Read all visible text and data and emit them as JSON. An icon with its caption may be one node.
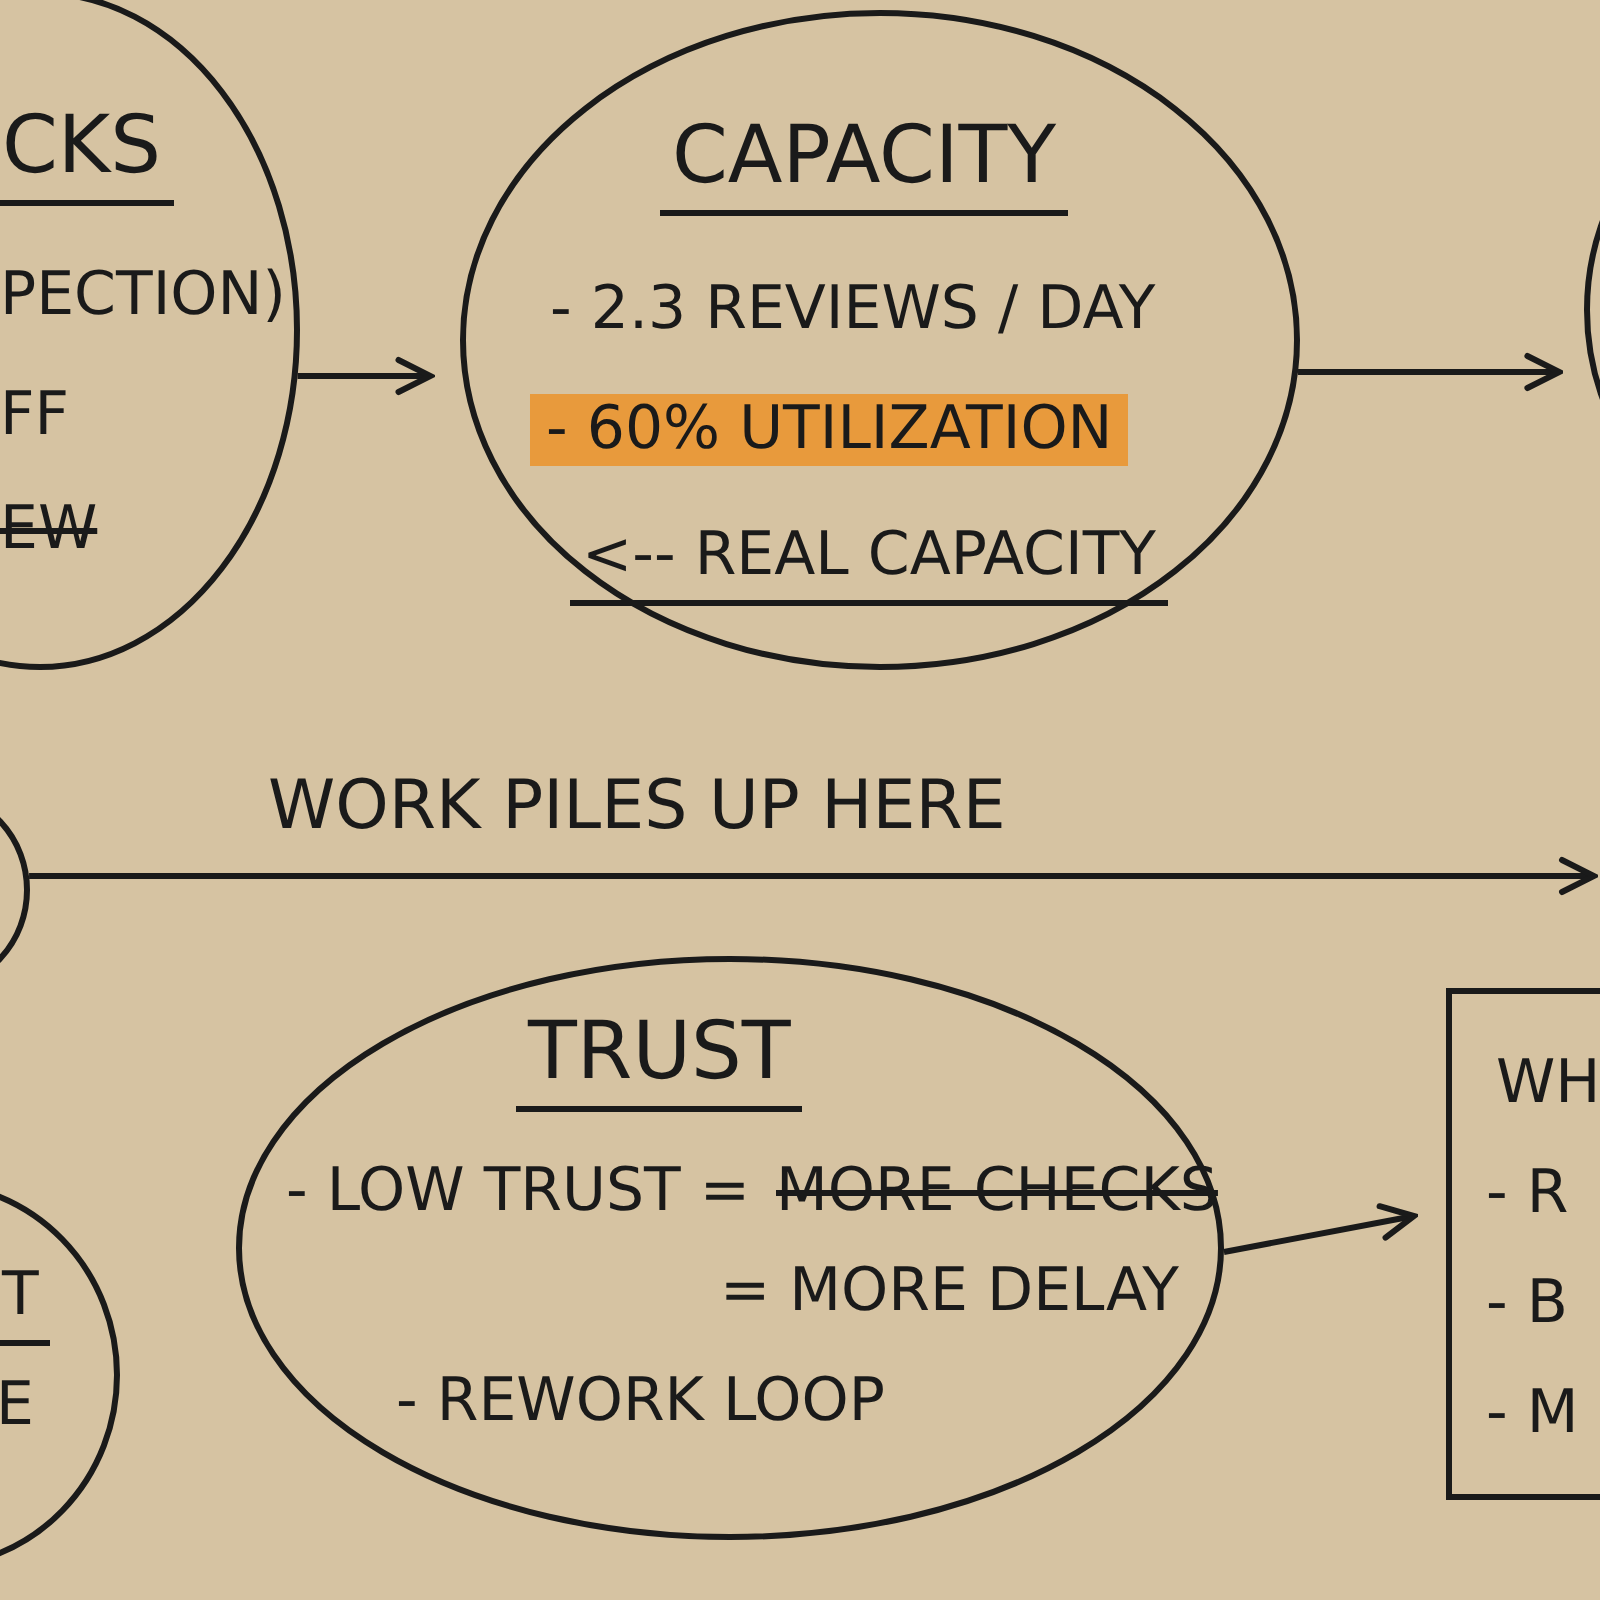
{
  "diagram": {
    "nodes": [
      {
        "text": [
          "CKS",
          "PECTION)",
          "FF",
          "EW"
        ]
      },
      {
        "text": [
          "CAPACITY",
          "- 2.3 REVIEWS / DAY",
          "- 60% UTILIZATION",
          "<-- REAL CAPACITY"
        ]
      },
      {
        "text": [],
        "shape": "circle"
      },
      {
        "text": [],
        "shape": "circle"
      },
      {
        "text": [
          "T",
          "E"
        ]
      },
      {
        "text": [
          "TRUST",
          "- LOW TRUST =",
          "MORE CHECKS",
          "= MORE DELAY",
          "- REWORK LOOP"
        ]
      },
      {
        "text": [
          "WH",
          "- R",
          "- B",
          "- M"
        ]
      }
    ],
    "edges": [
      {
        "from": 0,
        "to": 1,
        "arrow": "to"
      },
      {
        "from": 1,
        "to": 2,
        "arrow": "to"
      },
      {
        "from": 3,
        "to": null,
        "arrow": "to",
        "label": "WORK PILES UP HERE"
      },
      {
        "from": 5,
        "to": 6,
        "arrow": "to"
      }
    ]
  }
}
